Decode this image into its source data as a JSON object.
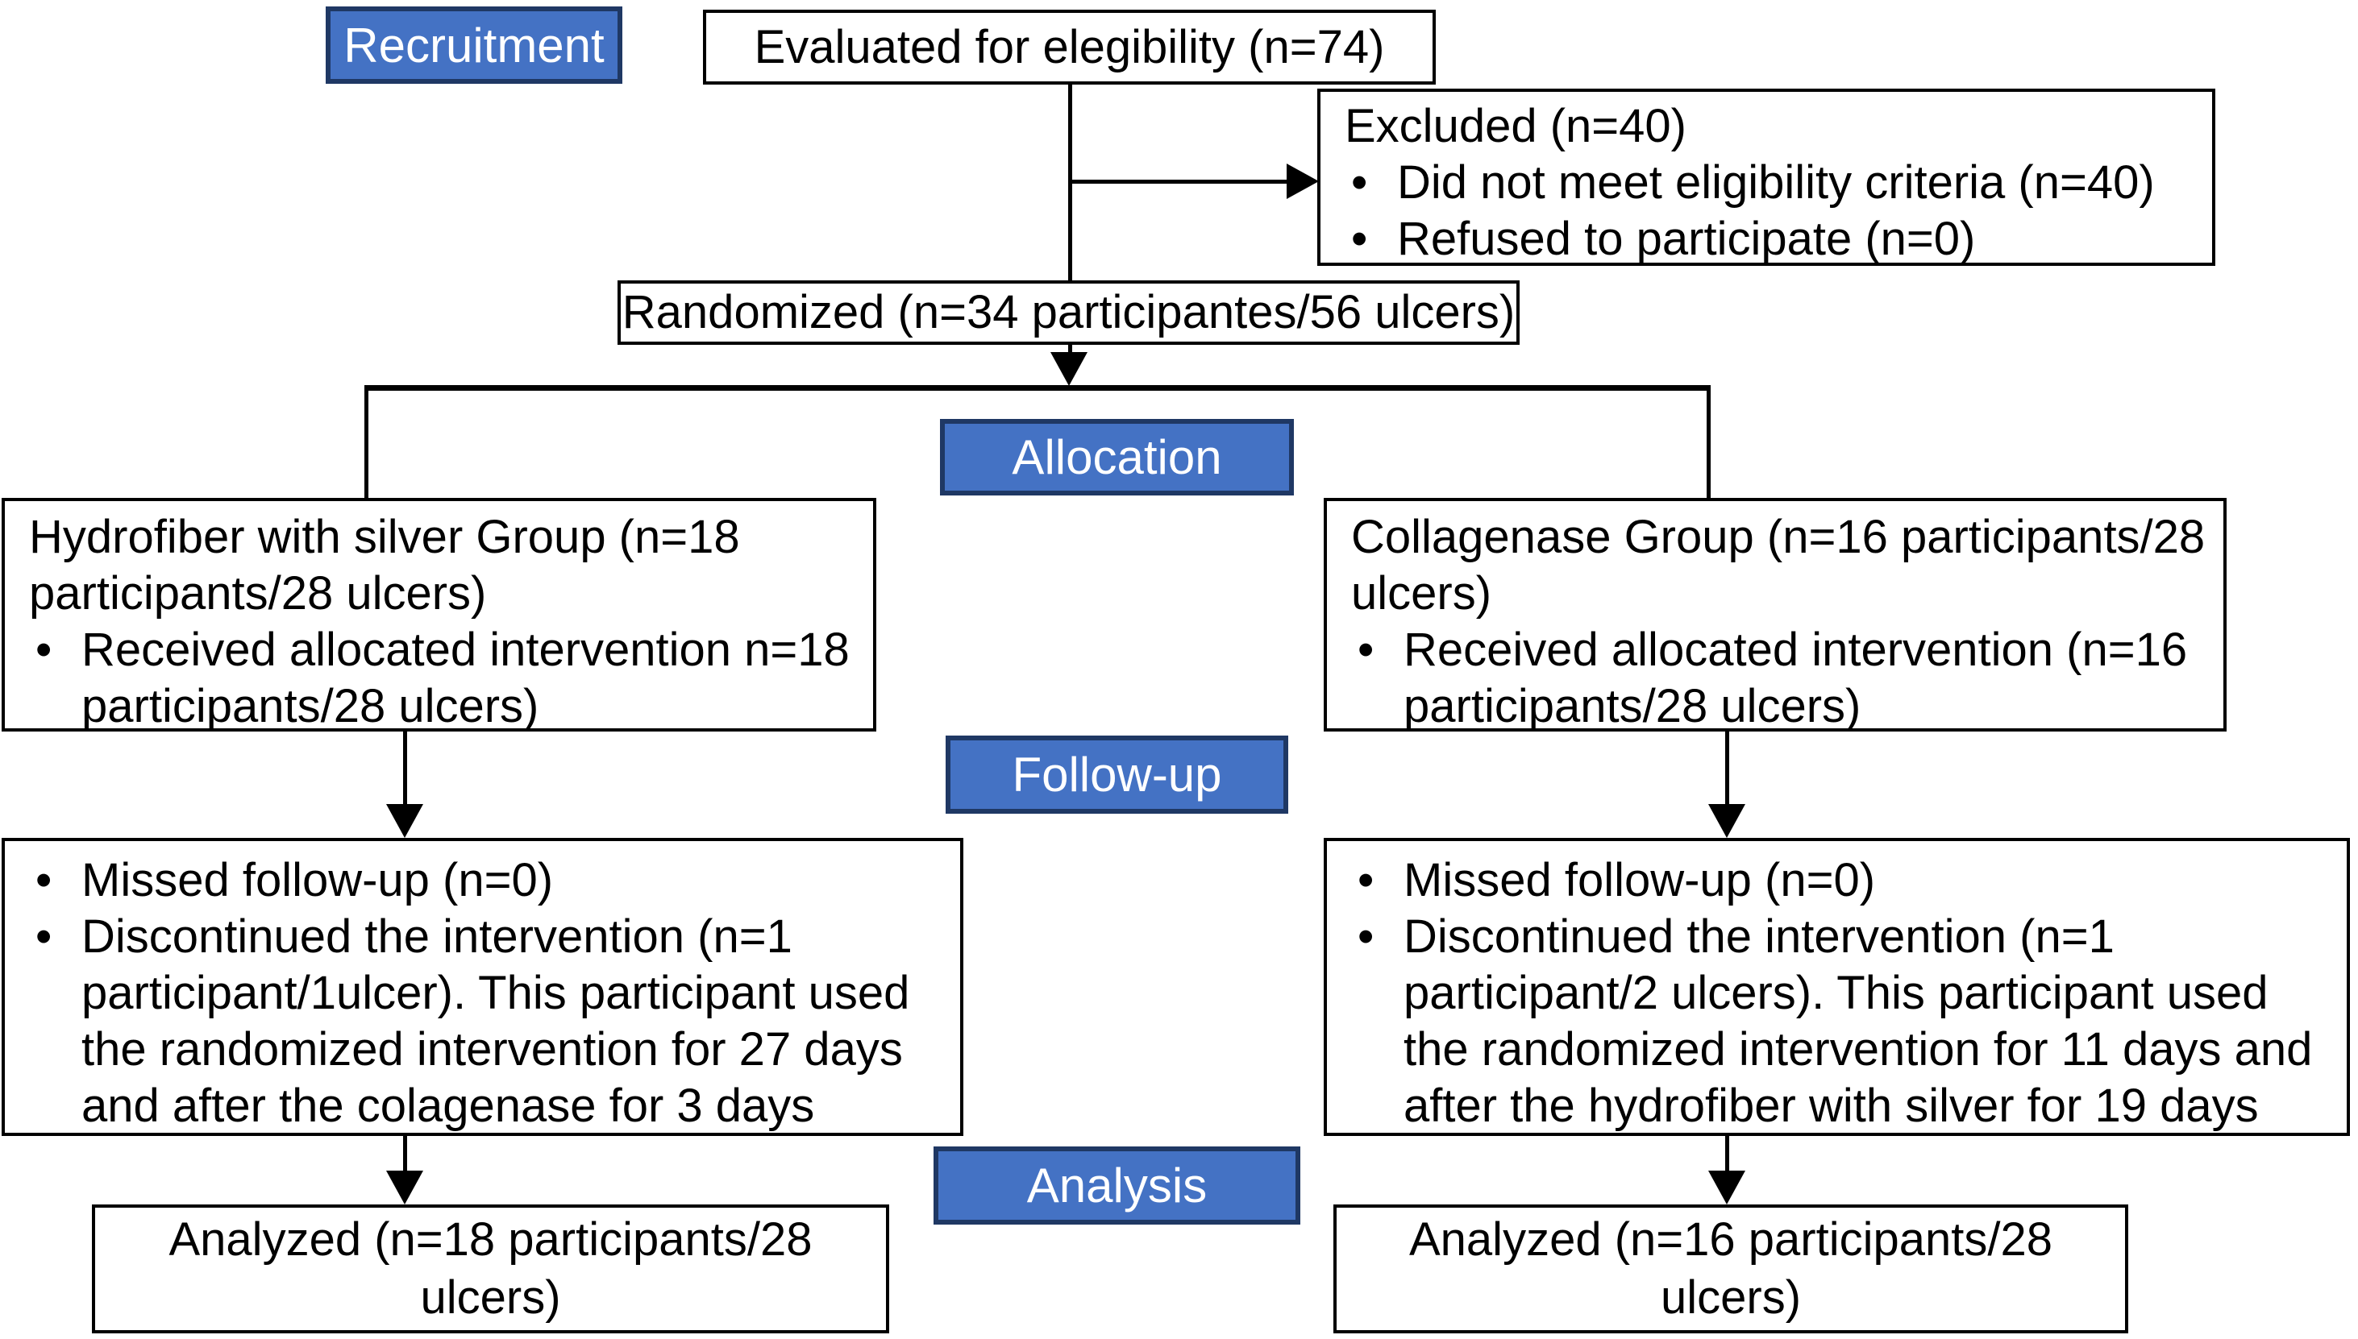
{
  "diagram": {
    "type": "consort-flow-diagram",
    "stage_labels": {
      "recruitment": "Recruitment",
      "allocation": "Allocation",
      "follow_up": "Follow-up",
      "analysis": "Analysis"
    },
    "boxes": {
      "evaluated": {
        "text": "Evaluated for elegibility (n=74)"
      },
      "excluded": {
        "title": "Excluded (n=40)",
        "bullets": [
          "Did not meet eligibility criteria (n=40)",
          "Refused to participate (n=0)"
        ]
      },
      "randomized": {
        "text": "Randomized (n=34 participantes/56 ulcers)"
      },
      "hydrofiber_group": {
        "title": "Hydrofiber with silver Group (n=18 participants/28 ulcers)",
        "bullets": [
          "Received allocated intervention n=18 participants/28 ulcers)"
        ]
      },
      "collagenase_group": {
        "title": "Collagenase Group (n=16 participants/28 ulcers)",
        "bullets": [
          "Received allocated intervention (n=16 participants/28 ulcers)"
        ]
      },
      "hydrofiber_followup": {
        "bullets": [
          "Missed follow-up (n=0)",
          "Discontinued the intervention (n=1 participant/1ulcer). This participant used the randomized intervention for 27 days and after the colagenase for 3 days"
        ]
      },
      "collagenase_followup": {
        "bullets": [
          "Missed follow-up (n=0)",
          "Discontinued the intervention (n=1 participant/2 ulcers). This participant used the randomized intervention for 11 days and after the hydrofiber with silver for 19 days"
        ]
      },
      "hydrofiber_analyzed": {
        "text": "Analyzed (n=18 participants/28 ulcers)"
      },
      "collagenase_analyzed": {
        "text": "Analyzed (n=16 participants/28 ulcers)"
      }
    },
    "colors": {
      "stage_fill": "#4472C4",
      "stage_border": "#1F3864",
      "stage_text": "#FFFFFF",
      "box_border": "#000000",
      "text": "#000000",
      "background": "#FFFFFF"
    }
  }
}
